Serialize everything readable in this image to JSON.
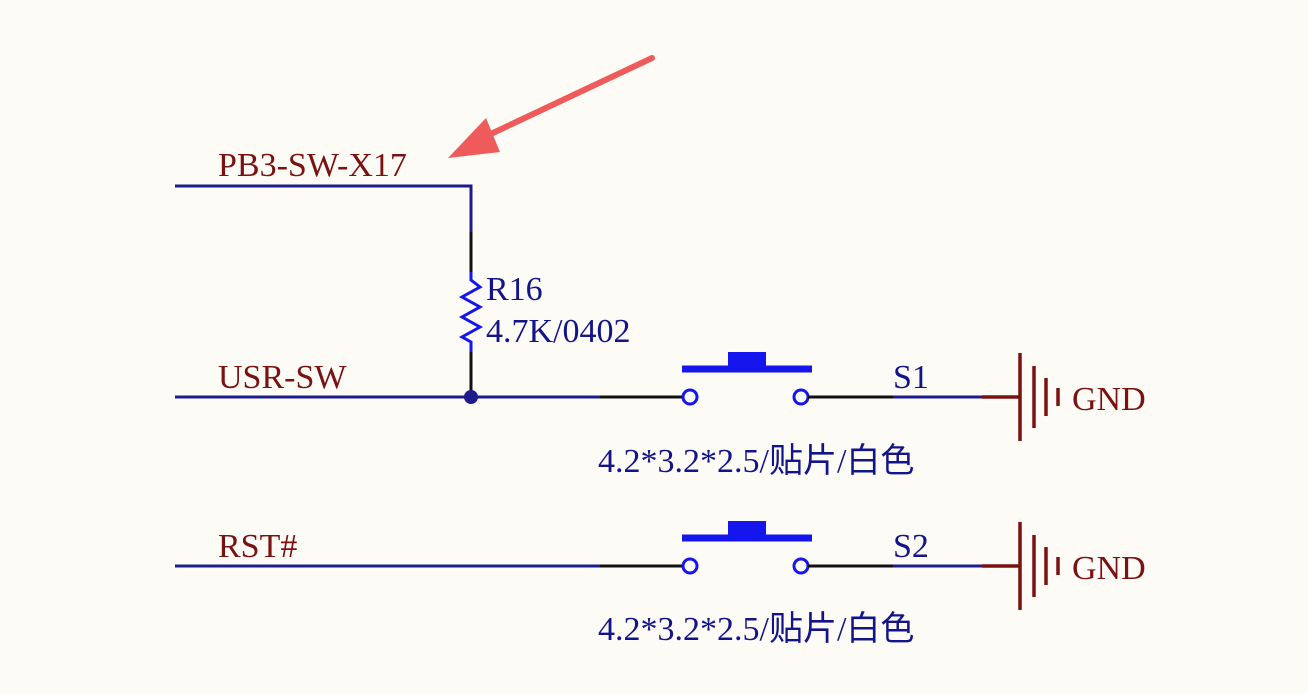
{
  "nets": {
    "pb3": "PB3-SW-X17",
    "usr": "USR-SW",
    "rst": "RST#"
  },
  "resistor": {
    "ref": "R16",
    "value": "4.7K/0402"
  },
  "switches": [
    {
      "ref": "S1",
      "package": "4.2*3.2*2.5/贴片/白色",
      "ground": "GND"
    },
    {
      "ref": "S2",
      "package": "4.2*3.2*2.5/贴片/白色",
      "ground": "GND"
    }
  ],
  "colors": {
    "background": "#fdfbf6",
    "net_wire": "#1c1c8c",
    "part": "#1515ee",
    "net_label": "#7a1212",
    "part_label": "#14148a",
    "annotation_arrow": "#ef5b5b"
  }
}
